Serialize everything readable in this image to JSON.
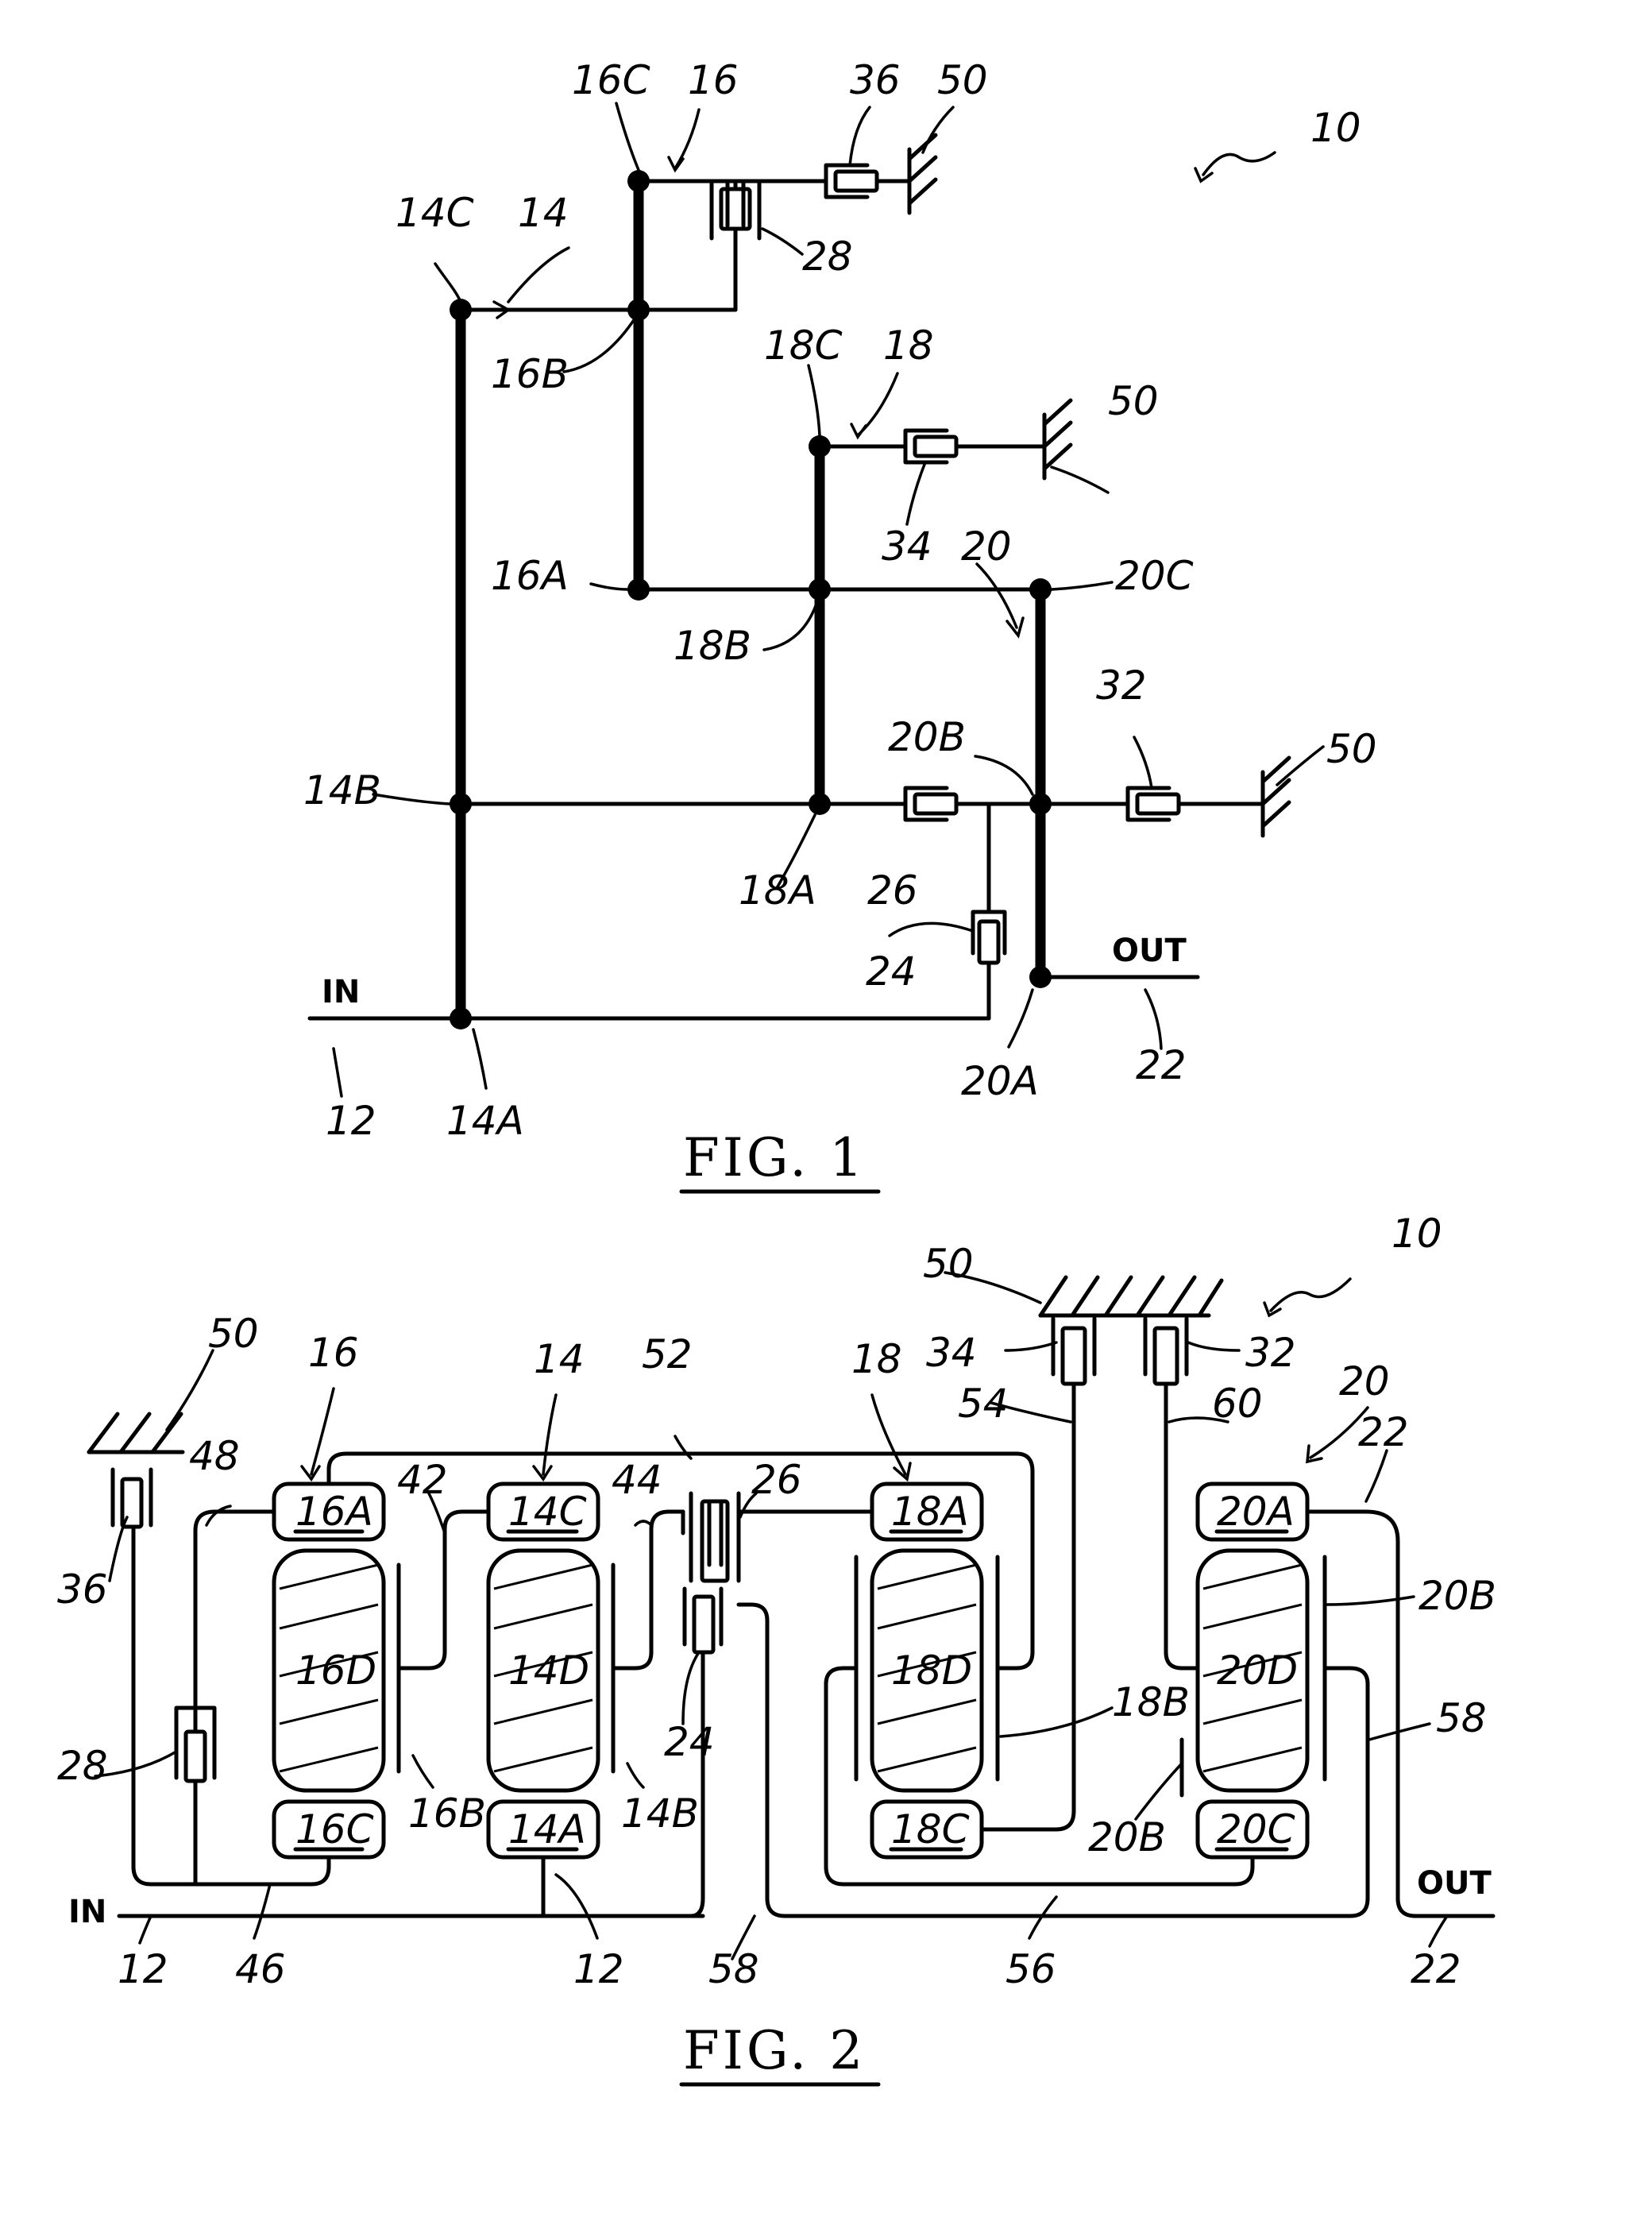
{
  "fig1": {
    "caption": "FIG.  1",
    "ref_transmission": "10",
    "in_label": "IN",
    "out_label": "OUT",
    "labels": {
      "n12": "12",
      "n14": "14",
      "n14A": "14A",
      "n14B": "14B",
      "n14C": "14C",
      "n16": "16",
      "n16A": "16A",
      "n16B": "16B",
      "n16C": "16C",
      "n18": "18",
      "n18A": "18A",
      "n18B": "18B",
      "n18C": "18C",
      "n20": "20",
      "n20A": "20A",
      "n20B": "20B",
      "n20C": "20C",
      "n22": "22",
      "n24": "24",
      "n26": "26",
      "n28": "28",
      "n32": "32",
      "n34": "34",
      "n36": "36",
      "g50a": "50",
      "g50b": "50",
      "g50c": "50"
    }
  },
  "fig2": {
    "caption": "FIG.  2",
    "ref_transmission": "10",
    "in_label": "IN",
    "out_label": "OUT",
    "boxes": {
      "b16A": "16A",
      "b16C": "16C",
      "b16D": "16D",
      "b14C": "14C",
      "b14A": "14A",
      "b14D": "14D",
      "b18A": "18A",
      "b18C": "18C",
      "b18D": "18D",
      "b20A": "20A",
      "b20C": "20C",
      "b20D": "20D"
    },
    "labels": {
      "n16": "16",
      "n14": "14",
      "n18": "18",
      "n20": "20",
      "n50a": "50",
      "n50b": "50",
      "n52": "52",
      "n48": "48",
      "n42": "42",
      "n44": "44",
      "n26": "26",
      "n24": "24",
      "n36": "36",
      "n28": "28",
      "n16B": "16B",
      "n14B": "14B",
      "n18B": "18B",
      "n20Ba": "20B",
      "n20Bb": "20B",
      "n34": "34",
      "n32": "32",
      "n54": "54",
      "n60": "60",
      "n22a": "22",
      "n22b": "22",
      "n58a": "58",
      "n58b": "58",
      "n56": "56",
      "n46": "46",
      "n12a": "12",
      "n12b": "12"
    }
  }
}
